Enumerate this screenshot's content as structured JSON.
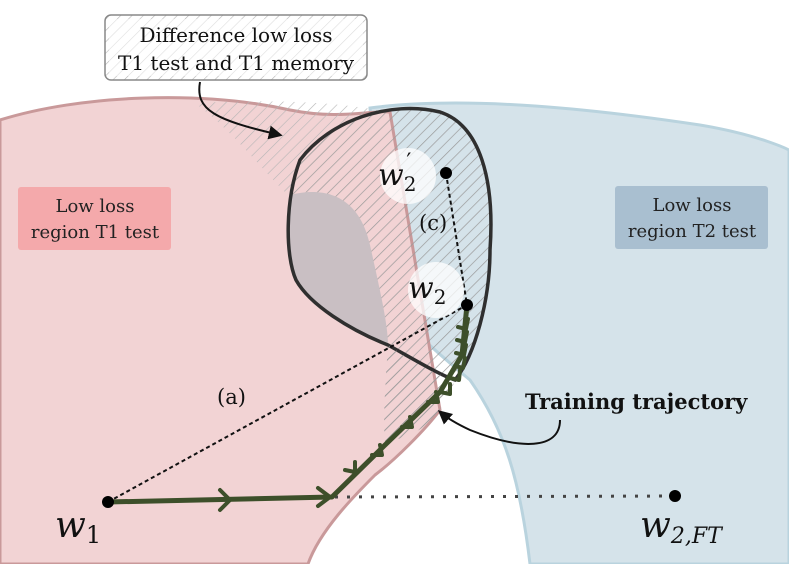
{
  "callout": {
    "line1": "Difference low loss",
    "line2": "T1 test and T1 memory"
  },
  "region_t1": {
    "line1": "Low loss",
    "line2": "region T1 test",
    "color": "#f2d3d4",
    "label_bg": "#f4a9ab"
  },
  "region_t2": {
    "line1": "Low loss",
    "line2": "region T2 test",
    "color": "#d5e3ea",
    "label_bg": "#a9bfd0"
  },
  "points": {
    "w1": "w",
    "w1_sub": "1",
    "w2": "w",
    "w2_sub": "2",
    "w2p": "w",
    "w2p_sub": "2",
    "w2p_prime": "′",
    "w2ft": "w",
    "w2ft_sub": "2,FT"
  },
  "annotations": {
    "a": "(a)",
    "c": "(c)",
    "trajectory": "Training trajectory"
  },
  "colors": {
    "trajectory": "#3d4f2a",
    "outline": "#2f2f2f"
  }
}
